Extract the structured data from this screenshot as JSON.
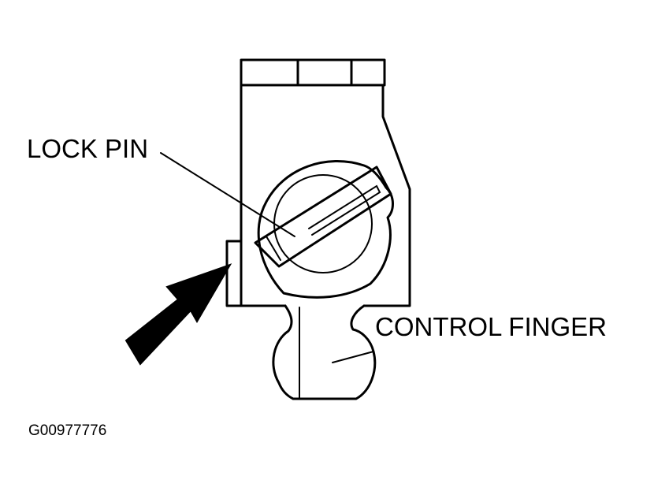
{
  "labels": {
    "lock_pin": "LOCK PIN",
    "control_finger": "CONTROL FINGER"
  },
  "figure_id": "G00977776",
  "colors": {
    "ink": "#000000",
    "paper": "#ffffff"
  }
}
